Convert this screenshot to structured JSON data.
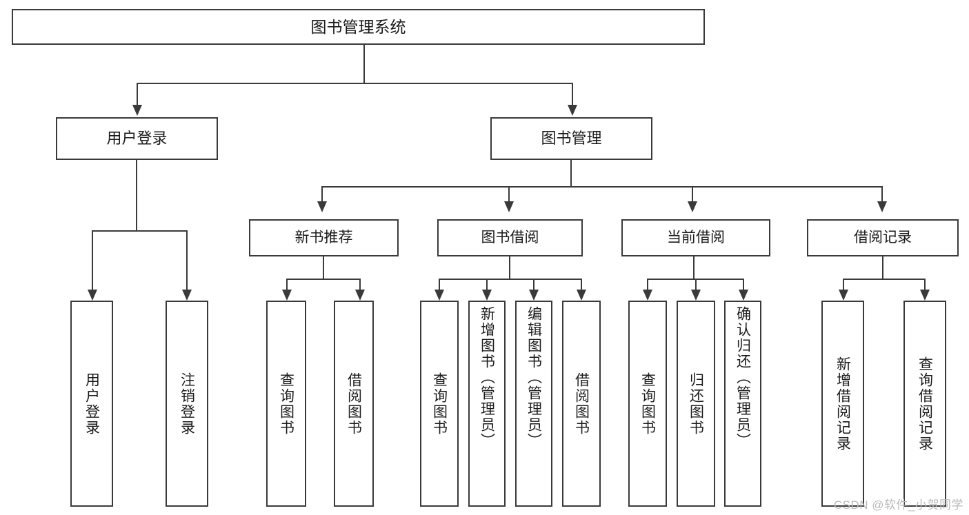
{
  "diagram": {
    "type": "tree-hierarchy-diagram",
    "title": "图书管理系统",
    "root": {
      "label": "图书管理系统"
    },
    "level2": [
      {
        "label": "用户登录"
      },
      {
        "label": "图书管理"
      }
    ],
    "level3": [
      {
        "label": "新书推荐"
      },
      {
        "label": "图书借阅"
      },
      {
        "label": "当前借阅"
      },
      {
        "label": "借阅记录"
      }
    ],
    "leaves": [
      {
        "label": "用户登录",
        "parent": "用户登录"
      },
      {
        "label": "注销登录",
        "parent": "用户登录"
      },
      {
        "label": "查询图书",
        "parent": "新书推荐"
      },
      {
        "label": "借阅图书",
        "parent": "新书推荐"
      },
      {
        "label": "查询图书",
        "parent": "图书借阅"
      },
      {
        "label": "新增图书（管理员）",
        "parent": "图书借阅"
      },
      {
        "label": "编辑图书（管理员）",
        "parent": "图书借阅"
      },
      {
        "label": "借阅图书",
        "parent": "图书借阅"
      },
      {
        "label": "查询图书",
        "parent": "当前借阅"
      },
      {
        "label": "归还图书",
        "parent": "当前借阅"
      },
      {
        "label": "确认归还（管理员）",
        "parent": "当前借阅"
      },
      {
        "label": "新增借阅记录",
        "parent": "借阅记录"
      },
      {
        "label": "查询借阅记录",
        "parent": "借阅记录"
      }
    ]
  },
  "watermark": {
    "text": "CSDN @软件_小贺同学"
  },
  "colors": {
    "stroke": "#3a3a3a",
    "text": "#1b1b1b",
    "background": "#ffffff",
    "watermark": "#b9b9b9"
  }
}
